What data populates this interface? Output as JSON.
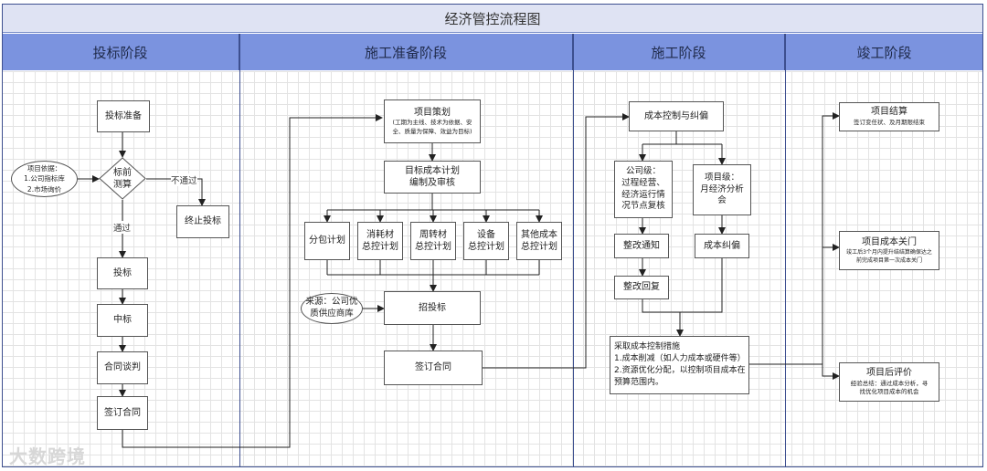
{
  "title": "经济管控流程图",
  "lanes": [
    "投标阶段",
    "施工准备阶段",
    "施工阶段",
    "竣工阶段"
  ],
  "bid": {
    "prep": "投标准备",
    "source": "项目依据：\n1.公司指标库\n2.市场询价",
    "decision": "标前\n测算",
    "no_pass": "不通过",
    "stop": "终止投标",
    "pass": "通过",
    "bid": "投标",
    "win": "中标",
    "negotiate": "合同谈判",
    "sign": "签订合同"
  },
  "prep": {
    "plan_title": "项目策划",
    "plan_detail": "(工期为主线、技术为依据、安\n全、质量为保障、效益为目标)",
    "target": "目标成本计划\n编制及审核",
    "sub": "分包计划",
    "consume": "消耗材\n总控计划",
    "turnover": "周转材\n总控计划",
    "equip": "设备\n总控计划",
    "other": "其他成本\n总控计划",
    "supplier": "来源：公司优\n质供应商库",
    "tender": "招投标",
    "sign": "签订合同"
  },
  "build": {
    "control": "成本控制与纠偏",
    "company": "公司级：\n过程经营、\n经济运行情\n况节点复核",
    "project": "项目级：\n月经济分析\n会",
    "notice": "整改通知",
    "reply": "整改回复",
    "correct": "成本纠偏",
    "measures": "采取成本控制措施\n1.成本削减（如人力成本或硬件等）\n2.资源优化分配，以控制项目成本在\n预算范围内。"
  },
  "finish": {
    "settle_title": "项目结算",
    "settle_detail": "签订变任状、及月期限结束",
    "close_title": "项目成本关门",
    "close_detail": "竣工后3个月内提升结结算确保达之\n前完成项目第一次成本关门",
    "eval_title": "项目后评价",
    "eval_detail": "经验总结：通过成本分析，寻\n找优化项目成本的机会"
  },
  "watermark": "大数跨境"
}
